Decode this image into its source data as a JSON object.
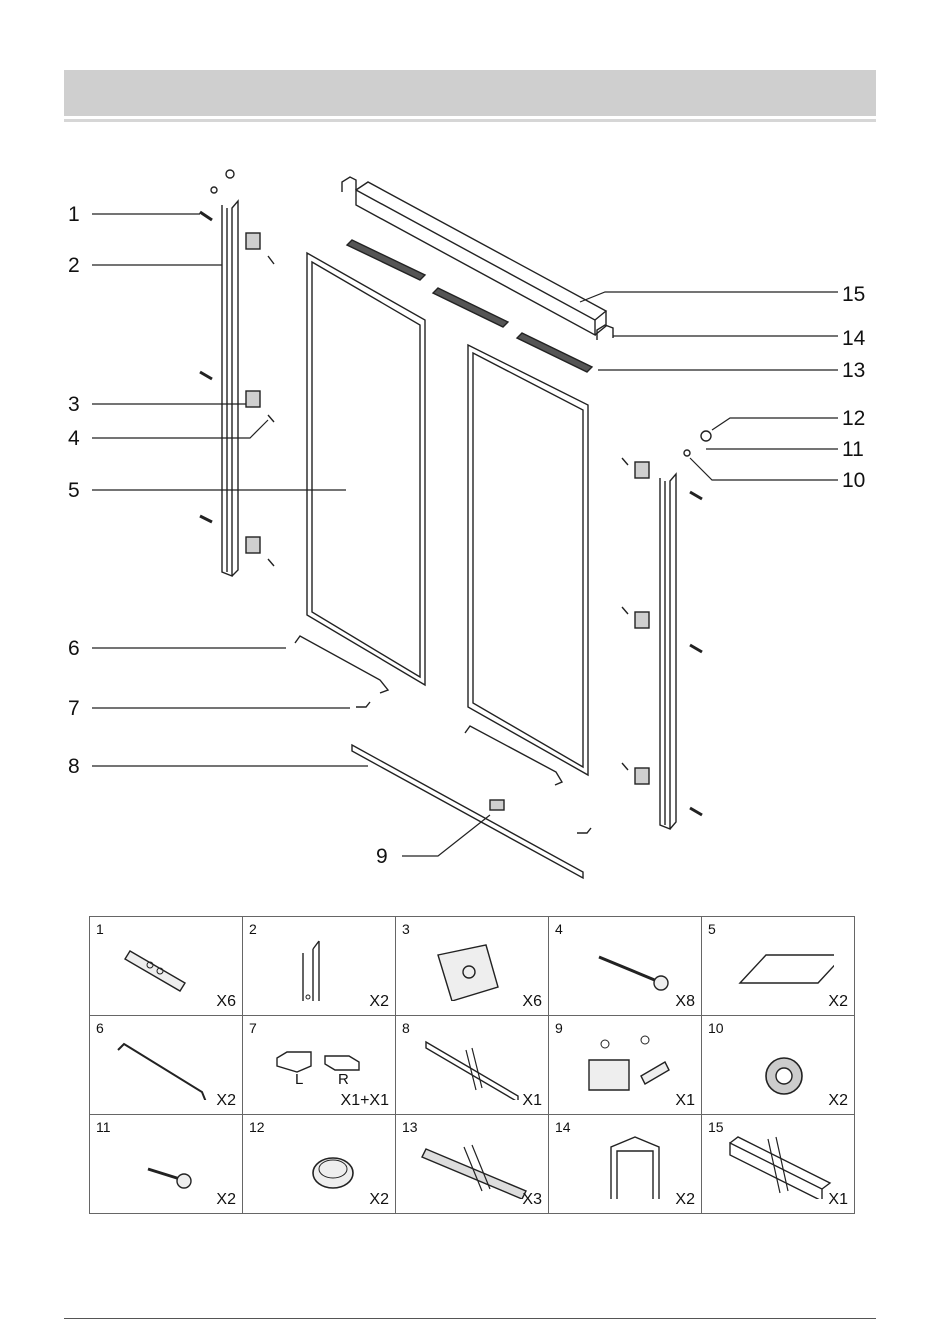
{
  "callouts": [
    "1",
    "2",
    "3",
    "4",
    "5",
    "6",
    "7",
    "8",
    "9",
    "10",
    "11",
    "12",
    "13",
    "14",
    "15"
  ],
  "parts": [
    {
      "num": "1",
      "qty": "X6",
      "icon": "wall-plug-icon"
    },
    {
      "num": "2",
      "qty": "X2",
      "icon": "wall-profile-icon"
    },
    {
      "num": "3",
      "qty": "X6",
      "icon": "glass-bracket-icon"
    },
    {
      "num": "4",
      "qty": "X8",
      "icon": "screw-icon"
    },
    {
      "num": "5",
      "qty": "X2",
      "icon": "glass-panel-icon"
    },
    {
      "num": "6",
      "qty": "X2",
      "icon": "handle-bar-icon"
    },
    {
      "num": "7",
      "qty": "X1+X1",
      "icon": "end-stop-icon",
      "labels": [
        "L",
        "R"
      ]
    },
    {
      "num": "8",
      "qty": "X1",
      "icon": "bottom-track-icon"
    },
    {
      "num": "9",
      "qty": "X1",
      "icon": "bottom-guide-icon"
    },
    {
      "num": "10",
      "qty": "X2",
      "icon": "washer-icon"
    },
    {
      "num": "11",
      "qty": "X2",
      "icon": "short-screw-icon"
    },
    {
      "num": "12",
      "qty": "X2",
      "icon": "screw-cap-icon"
    },
    {
      "num": "13",
      "qty": "X3",
      "icon": "roller-rail-icon"
    },
    {
      "num": "14",
      "qty": "X2",
      "icon": "end-cap-icon"
    },
    {
      "num": "15",
      "qty": "X1",
      "icon": "top-rail-icon"
    }
  ]
}
